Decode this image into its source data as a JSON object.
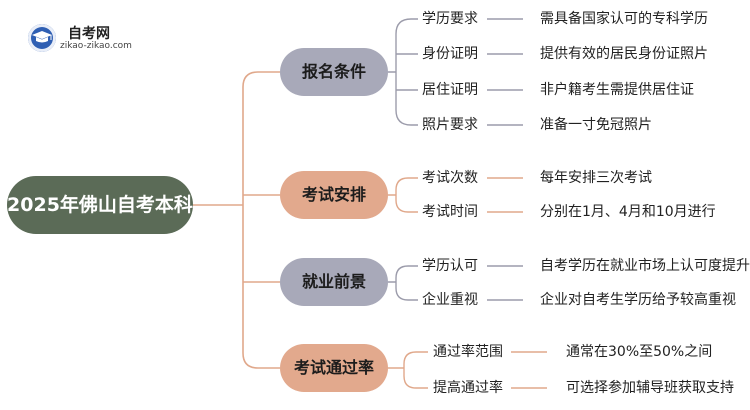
{
  "logo": {
    "title": "自考网",
    "subtitle": "zikao-zikao.com"
  },
  "root": {
    "label": "2025年佛山自考本科"
  },
  "colors": {
    "root": "#5b6b57",
    "gray_node": "#a8a9b9",
    "orange_node": "#e2a98d",
    "line_gray": "#9c9cab",
    "line_orange": "#e0a88b"
  },
  "branches": [
    {
      "label": "报名条件",
      "items": [
        {
          "label": "学历要求",
          "desc": "需具备国家认可的专科学历"
        },
        {
          "label": "身份证明",
          "desc": "提供有效的居民身份证照片"
        },
        {
          "label": "居住证明",
          "desc": "非户籍考生需提供居住证"
        },
        {
          "label": "照片要求",
          "desc": "准备一寸免冠照片"
        }
      ]
    },
    {
      "label": "考试安排",
      "items": [
        {
          "label": "考试次数",
          "desc": "每年安排三次考试"
        },
        {
          "label": "考试时间",
          "desc": "分别在1月、4月和10月进行"
        }
      ]
    },
    {
      "label": "就业前景",
      "items": [
        {
          "label": "学历认可",
          "desc": "自考学历在就业市场上认可度提升"
        },
        {
          "label": "企业重视",
          "desc": "企业对自考生学历给予较高重视"
        }
      ]
    },
    {
      "label": "考试通过率",
      "items": [
        {
          "label": "通过率范围",
          "desc": "通常在30%至50%之间"
        },
        {
          "label": "提高通过率",
          "desc": "可选择参加辅导班获取支持"
        }
      ]
    }
  ]
}
